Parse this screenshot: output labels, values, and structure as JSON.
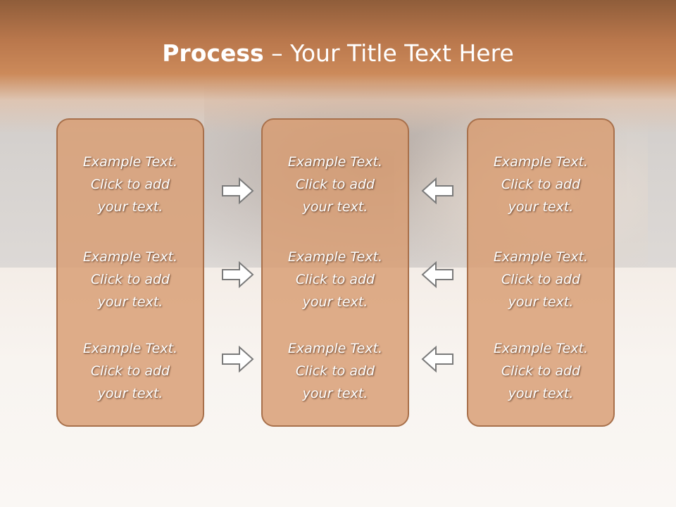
{
  "slide": {
    "title_bold": "Process",
    "title_rest": " – Your Title Text Here"
  },
  "columns": [
    {
      "items": [
        "Example Text.\nClick  to add\nyour text.",
        "Example Text.\nClick  to add\nyour text.",
        "Example Text.\nClick  to add\nyour text."
      ]
    },
    {
      "items": [
        "Example Text.\nClick  to add\nyour text.",
        "Example Text.\nClick  to add\nyour text.",
        "Example Text.\nClick  to add\nyour text."
      ]
    },
    {
      "items": [
        "Example Text.\nClick  to add\nyour text.",
        "Example Text.\nClick  to add\nyour text.",
        "Example Text.\nClick  to add\nyour text."
      ]
    }
  ],
  "arrows": {
    "left_group": [
      "right-arrow-icon",
      "right-arrow-icon",
      "right-arrow-icon"
    ],
    "right_group": [
      "left-arrow-icon",
      "left-arrow-icon",
      "left-arrow-icon"
    ]
  },
  "colors": {
    "title_band": "#c07a4c",
    "box_fill": "#d89c72",
    "box_border": "#a8704b",
    "arrow_stroke": "#7a7a7a"
  }
}
